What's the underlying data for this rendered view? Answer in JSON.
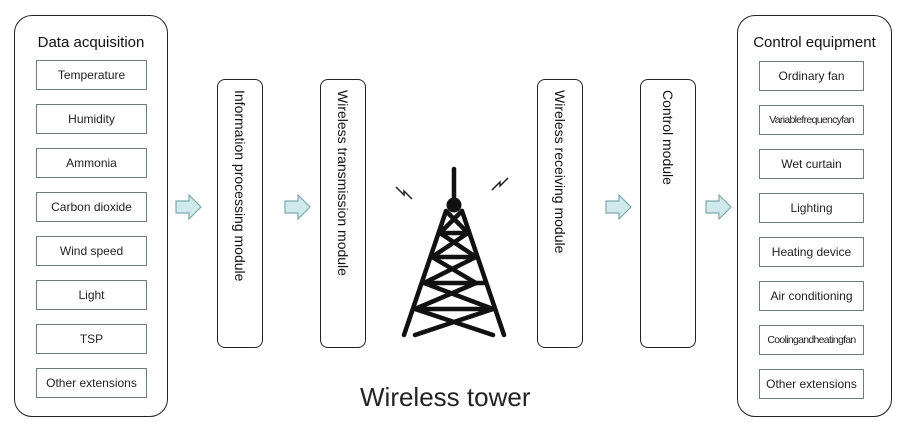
{
  "acquisition": {
    "title": "Data acquisition",
    "items": [
      "Temperature",
      "Humidity",
      "Ammonia",
      "Carbon dioxide",
      "Wind speed",
      "Light",
      "TSP",
      "Other extensions"
    ]
  },
  "modules": {
    "info": "Information processing module",
    "tx": "Wireless transmission module",
    "rx": "Wireless receiving module",
    "control": "Control module"
  },
  "control_equipment": {
    "title": "Control equipment",
    "items": [
      "Ordinary fan",
      "Variablefrequencyfan",
      "Wet curtain",
      "Lighting",
      "Heating device",
      "Air conditioning",
      "Coolingandheatingfan",
      "Other extensions"
    ]
  },
  "tower_caption": "Wireless tower",
  "colors": {
    "arrow_fill": "#cfe9ec",
    "arrow_stroke": "#7fa9ad",
    "item_border": "#6a7f79"
  }
}
